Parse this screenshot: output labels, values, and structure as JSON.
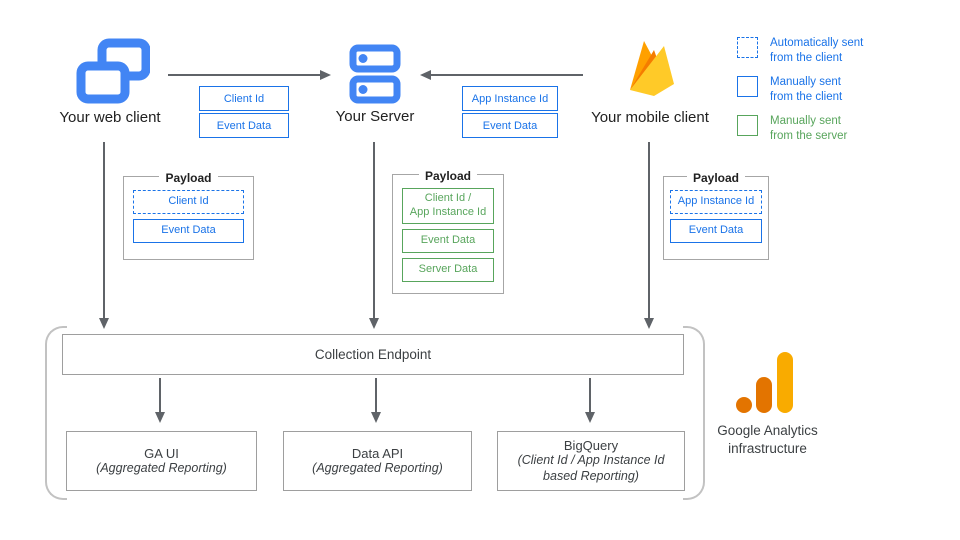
{
  "nodes": {
    "web": {
      "label": "Your web client"
    },
    "server": {
      "label": "Your Server"
    },
    "mobile": {
      "label": "Your mobile client"
    }
  },
  "flows": {
    "web_to_server": {
      "tags": [
        "Client Id",
        "Event Data"
      ]
    },
    "mobile_to_server": {
      "tags": [
        "App Instance Id",
        "Event Data"
      ]
    }
  },
  "legend": {
    "items": [
      {
        "label": "Automatically sent\nfrom the client",
        "style": "dashed-blue"
      },
      {
        "label": "Manually sent\nfrom the client",
        "style": "solid-blue"
      },
      {
        "label": "Manually sent\nfrom the server",
        "style": "solid-green"
      }
    ]
  },
  "payloads": {
    "web": {
      "title": "Payload",
      "items": [
        "Client Id",
        "Event Data"
      ]
    },
    "server": {
      "title": "Payload",
      "items": [
        "Client Id /\nApp Instance Id",
        "Event Data",
        "Server Data"
      ]
    },
    "mobile": {
      "title": "Payload",
      "items": [
        "App Instance Id",
        "Event Data"
      ]
    }
  },
  "infrastructure": {
    "endpoint_label": "Collection Endpoint",
    "outputs": [
      {
        "name": "GA UI",
        "detail": "(Aggregated Reporting)"
      },
      {
        "name": "Data API",
        "detail": "(Aggregated Reporting)"
      },
      {
        "name": "BigQuery",
        "detail": "(Client Id / App Instance Id\nbased Reporting)"
      }
    ],
    "caption": "Google Analytics\ninfrastructure"
  },
  "colors": {
    "blue": "#1A73E8",
    "icon_blue": "#4285F4",
    "green": "#58A55C",
    "arrow_gray": "#5F6368",
    "ga_amber": "#F9AB00",
    "ga_orange": "#E37400"
  }
}
